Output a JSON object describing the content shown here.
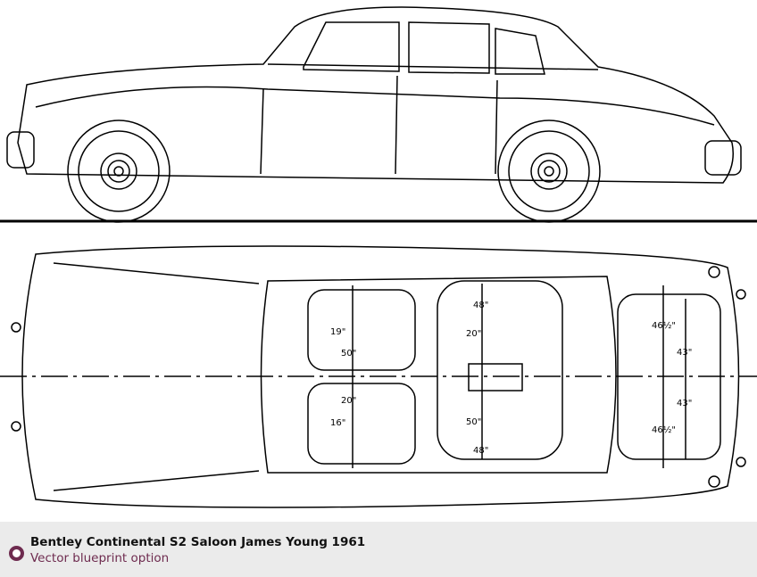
{
  "caption": {
    "title": "Bentley Continental S2 Saloon James Young 1961",
    "subtitle": "Vector blueprint option",
    "accent_color": "#6e2b4f",
    "icon": "radio-circle-icon"
  },
  "dimensions": {
    "front_upper_width": "19\"",
    "front_upper_length": "50\"",
    "front_lower_width": "20\"",
    "front_lower_length": "16\"",
    "rear_upper_depth": "48\"",
    "rear_upper_width": "20\"",
    "rear_lower_width": "50\"",
    "rear_lower_depth": "48\"",
    "boot_upper": "46½\"",
    "boot_mid": "43\"",
    "boot_mid2": "43\"",
    "boot_lower": "46½\""
  }
}
